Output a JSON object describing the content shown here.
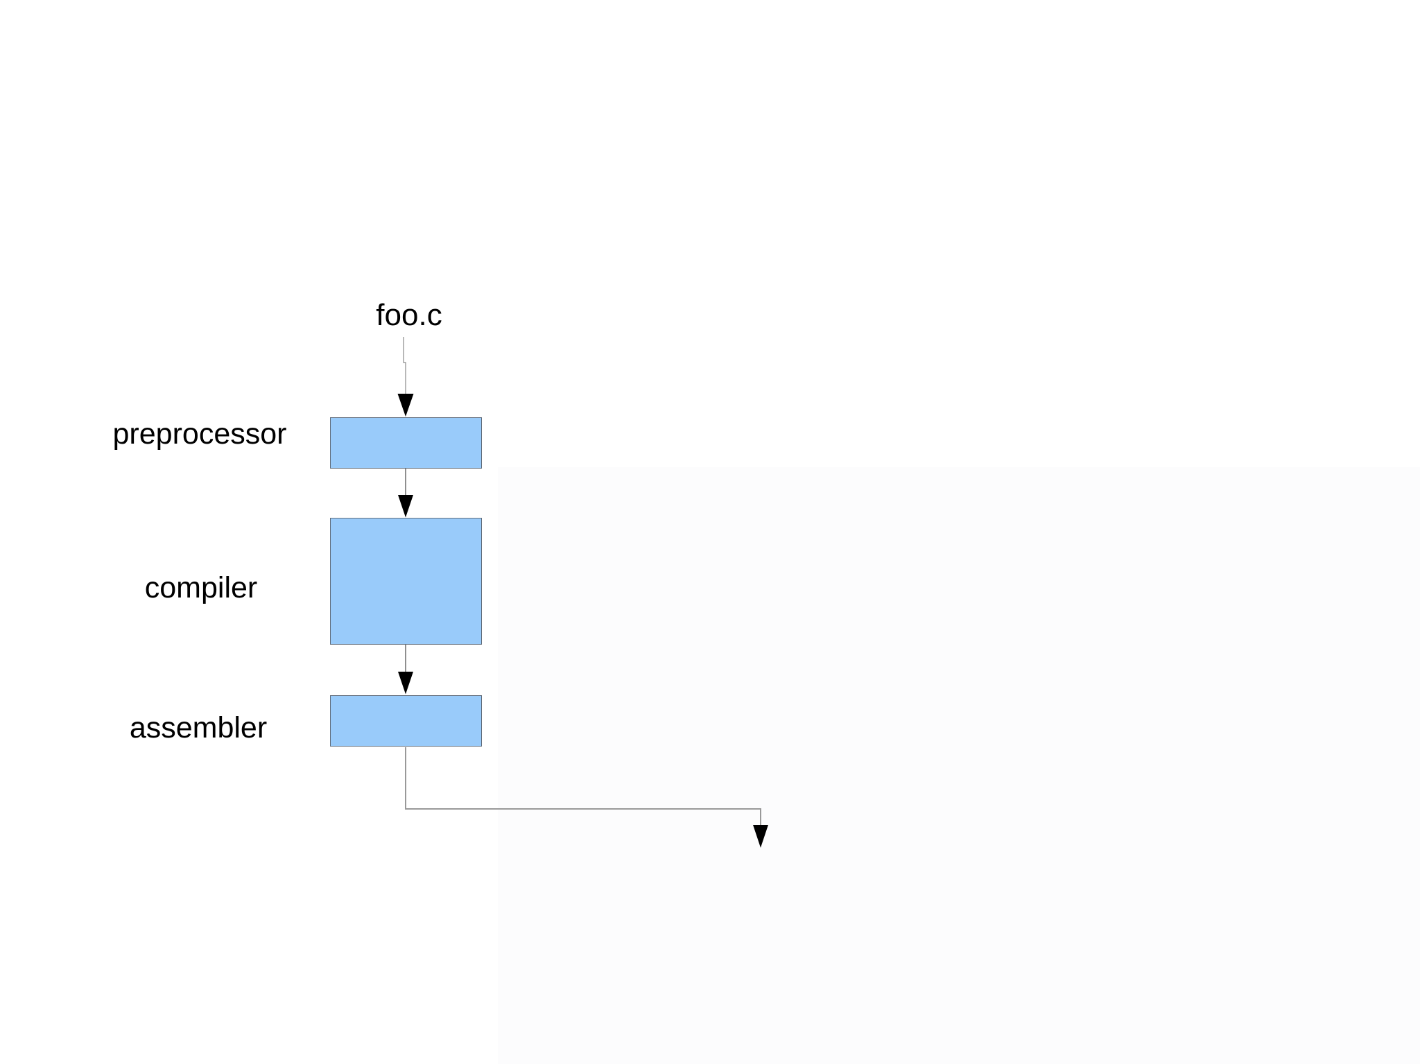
{
  "diagram": {
    "source_file": {
      "label": "foo.c"
    },
    "stages": [
      {
        "id": "preprocessor",
        "label": "preprocessor"
      },
      {
        "id": "compiler",
        "label": "compiler"
      },
      {
        "id": "assembler",
        "label": "assembler"
      }
    ],
    "flow": [
      "foo.c -> preprocessor",
      "preprocessor -> compiler",
      "compiler -> assembler",
      "assembler -> output (elbow right-down arrow)"
    ],
    "colors": {
      "background": "#ffffff",
      "panel_tint": "#fcfcfd",
      "box_fill": "#99cbfa",
      "box_border": "#5f6b79",
      "connector_line": "#949494",
      "arrowhead": "#000000",
      "text": "#000000"
    }
  }
}
